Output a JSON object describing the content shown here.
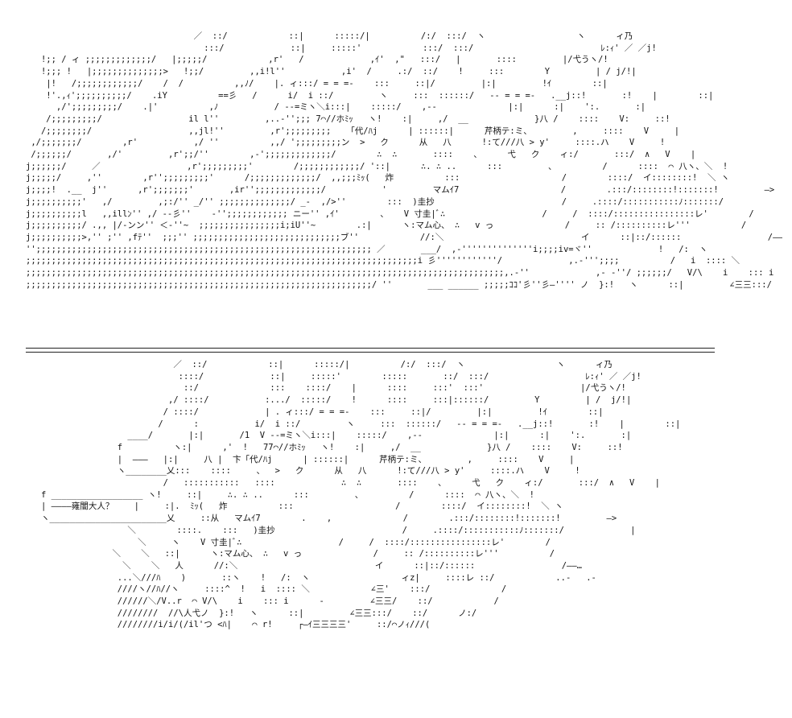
{
  "panel_top": {
    "lines": [
      "                                 ／  ::/            ::|      :::::/|          /:/  :::/  ヽ                  ヽ      ィ乃",
      "                                   :::/             ::|     :::::'            :::/  :::/                         ﾚ:ｨ' ／ ／j!",
      "   !;; / ィ ;;;;;;;;;;;;;/   |;;;;;/            ,r'   /             ,ｲ'  ,\"   :::/   |       ::::         |/弋うヽ/!",
      "   !;;; !   |;;;;;;;;;;;;;;>   !;;/         ,,i!l''           ,i'  /     .:/  ::/    !     :::        Y         | / j/!|",
      "    |!   /;;;;;;;;;;;;/    /  /          ,,ﾉ/    |. ィ:::/ = = =-    :::     ::|/         |:|         !ｲ        ::|",
      "    !'.,ｨ';;;;;;;;;;/    .iY          ==彡   /      i/  i ::/         ヽ     :::  ::::::/   -- = = =-   .__j::!       :!    |        ::|",
      "      ,/';;;;;;;;;/    .|'          ,ﾉ           / --=ミヽ＼i:::|    :::::/    ,--              |:|      :|    ':.       :|",
      "    /;;;;;;;;;/                 il l''         ,..-'';;; 7⌒//ホﾐｯ   ヽ!    :|     ,/  __             }八 /    ::::    V:     ::!",
      "   /;;;;;;;;/                   ,,jl!''         ,r';;;;;;;;;   「代/ﾊj      | ::::::|      芹柄テ:ミ、        ,     ::::    V     |",
      " ,/;;;;;;;/        ,r'           ,/ ''          ,,/ ';;;;;;;;;ン  >   ク      从   八      !:て///八 > y'     ::::.ハ    V     !",
      " /;;;;;;/       ,/'         ,r';;/''        ,-';;;;;;;;;;;;;/        ∴  ∴       ::::    、     弋   ク    ィ:/       :::/  ∧   V    |",
      "j;;;;;;/     ／                 ,r';;;;;;;;;'        /;;;;;;;;;;;;/ '::|      ∴. ∴ ..      :::         、         /      ::::  ⌒ 八ヽ、＼  !",
      "j;;;;;/     ,''        ,r'';;;;;;;;;'      /;;;;;;;;;;;;;/  ,,;;;ﾐｯ(   炸          :::                    /        ::::/  イ::::::::!  ＼ ヽ",
      "j;;;;!  .__  j''      ,r';;;;;;;'       ,ir'';;;;;;;;;;;;;/           '         マムｲ7                    /        .:::/::::::::!:::::::!         ―>",
      "j;;;;;;;;;;'   ,/         ,;:/'' _/'' ;;;;;;;;;;;;;;/ _-  ,/>''        :::  )圭抄                         /     .::::/:::::::::::ﾉ:::::::/             |",
      "j;;;;;;;;;;l   ,,illﾝ'' ,/ --彡''    -'';;;;;;;;;;;; ニー'' ,ｲ'        、   V 寸圭|ﾞ∴                   /     /  ::::/::::::::::::::::レ'        /",
      "j;;;;;;;;;;/ .,, |/-ンン'' ＜-''~  ;;;;;;;;;;;;;;;;i;iU''~        .:|      ヽ:マム心、 ∴   v っ              /     :: /::::::::::レ'''          /",
      "j;;;;;;;;;;>,'' ;'' ,fﾃ''  ;;;'' ;;;;;;;;;;;;;;;;;;;;;;;;;;;;;ブ''            //:＼                           イ      ::|::/::::::                 /――…",
      "'';;;;;;;;;;;;;;;;;;;;;;;;;;;;;;;;;;;;;;;;;;;;;;;;;;;;;;;;;;;;;;;;;; ／       ___/  ,-''''''''''''''i;;;;iv=ヾ''             !   /:  ヽ                  ィz|     ::::レ ::/            ..-   .-",
      ";;;;;;;;;;;;;;;;;;;;;;;;;;;;;;;;;;;;;;;;;;;;;;;;;;;;;;;;;;;;;;;;;;;;;;;;;;;;;i 彡''''''''''''/             ,.-''';;;;          /   i  :::: ＼            ∠三'    :::/              /",
      ";;;;;;;;;;;;;;;;;;;;;;;;;;;;;;;;;;;;;;;;;;;;;;;;;;;;;;;;;;;;;;;;;;;;;;;;;;;;;;;;;;;;;;;;;;;;;;,.-''             ,- -''/ ;;;;;;/   V/\\    i    ::: i      -         ∠三三/    ::/            /",
      ";;;;;;;;;;;;;;;;;;;;;;;;;;;;;;;;;;;;;;;;;;;;;;;;;;;;;;;;;;;;;;;;;;;;/ ''       ___ ______ ;;;;;ｺｺ'彡''彡―'''' ノ  }:!   ヽ      ::|         ∠三三:::/    ::/      ノ:/"
    ]
  },
  "panel_bottom": {
    "lines": [
      "                             ／  ::/            ::|      :::::/|          /:/  :::/  ヽ                  ヽ      ィ乃",
      "                              ::::/             ::|     :::::'        :::::       ::/  :::/                   ﾚ:ｨ' ／ ／j!",
      "                               ::/              :::    ::::/    |      ::::     :::'  :::'                   |/弋うヽ/!",
      "                            ,/ ::::/           :.../  :::::/    !      ::::     :::|::::::/         Y         | /  j/!|",
      "                           / ::::/             | . ィ:::/ = = =-    :::     ::|/         |:|         !ｲ        ::|",
      "                          /      :           i/  i ::/         ヽ     :::  ::::::/   -- = = =-   .__j::!       :!    |        ::|",
      "                    ____/       |:|       /1  V --=ミヽ＼i:::|    :::::/    ,--              |:|      :|    ':.       :|",
      "                  f          ヽ:|      ,'  !   77⌒//ホﾐｯ   ヽ!    :|     ,/  __             }八 /    ::::    V:     ::!",
      "                  |  ―――   |:|     八 |  卞「代/ﾊj      | ::::::|      芹柄テ:ミ、        ,     ::::    V     |",
      "                  ヽ________乂:::    ::::     、  >   ク      从   八      !:て///八 > y'     ::::.ハ    V     !",
      "                           /   :::::::::::   ::::             ∴  ∴       ::::    、     弋   ク    ィ:/       :::/  ∧   V    |",
      "   f __________________ ヽ!     ::|     ∴. ∴ ..      :::         、         /      ::::  ⌒ 八ヽ、＼  !",
      "   | ――――雍闇大人？    |     :|.  ﾐｯ(   炸          :::                    /        ::::/  イ::::::::!  ＼ ヽ",
      "   ヽ_______________________乂     ::从   マムｲ7        .    ,              /        .:::/::::::::!:::::::!         ―>",
      "                    ＼        ::::.    :::   )圭抄                         /     .::::/:::::::::::ﾉ:::::::/             |",
      "                      ＼     ヽ    V 寸圭|ﾞ∴                   /     /  ::::/::::::::::::::::レ'        /",
      "                 ＼    ＼   ::|      ヽ:マム心、 ∴   v っ              /     :: /::::::::::レ'''          /",
      "                   ＼    ＼   人      //:＼                           イ      ::|::/::::::                 /――…",
      "                  ...＼///ﾊ    )       ::ヽ    !   /:  ヽ                  ィz|     ::::レ ::/            ..-   .-",
      "                  ////ヽ//ﾊ//ヽ     ::::^  !   i  :::: ＼            ∠三'    :::/              /",
      "                  //////＼/V..r  ⌒ V/\\    i    ::: i      -         ∠三三/    ::/            /",
      "                  ////////  //\\人弋ノ  }:!   ヽ      ::|         ∠三三:::/    ::/      ノ:/",
      "                  ////////i/i/(/il'つ <ﾊ|    ⌒ r!     ┌―ｲ三三三三'     ::/⌒ノｨ///("
    ]
  }
}
